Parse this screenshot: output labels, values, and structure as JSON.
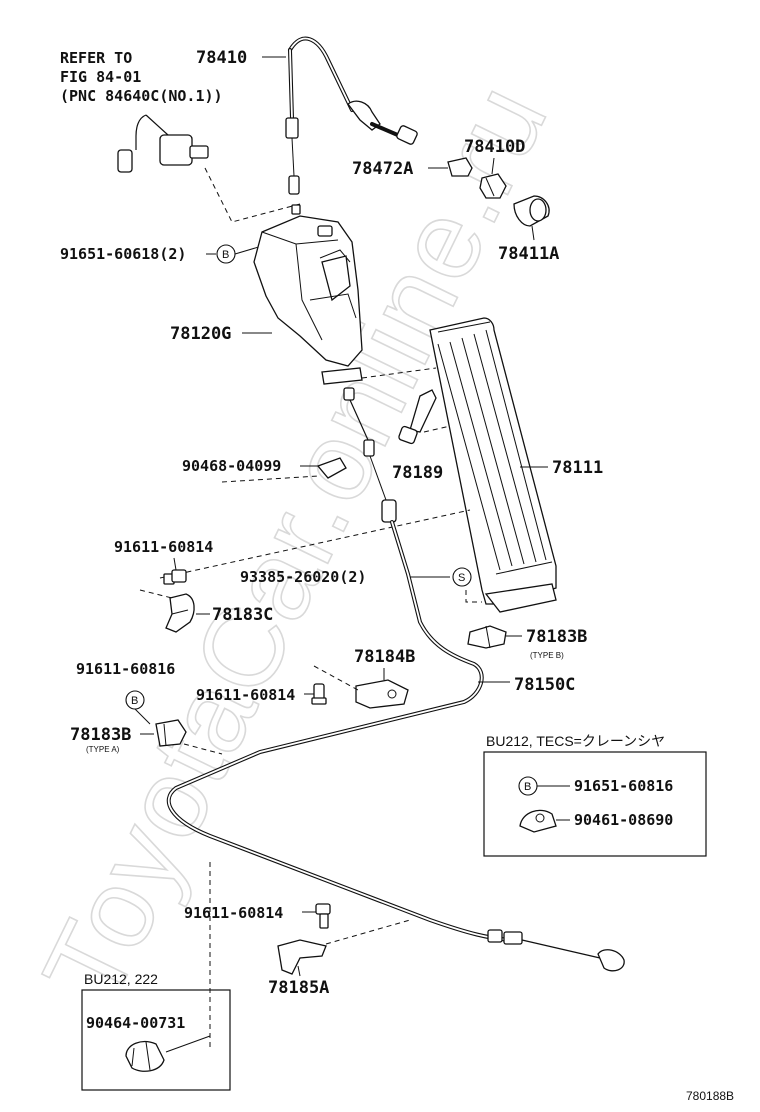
{
  "watermark": "ToyotaCar.online.ru",
  "refer": {
    "line1": "REFER TO",
    "line2": "FIG 84-01",
    "line3": "(PNC 84640C(NO.1))"
  },
  "symbols": {
    "b": "B",
    "s": "S"
  },
  "labels": {
    "p78410": "78410",
    "p78410D": "78410D",
    "p78472A": "78472A",
    "p78411A": "78411A",
    "p91651_60618": "91651-60618(2)",
    "p78120G": "78120G",
    "p90468_04099": "90468-04099",
    "p78189": "78189",
    "p78111": "78111",
    "p91611_60814_a": "91611-60814",
    "p93385_26020": "93385-26020(2)",
    "p78183C": "78183C",
    "p78184B": "78184B",
    "p78183B_b": "78183B",
    "p78183B_b_type": "(TYPE B)",
    "p91611_60816": "91611-60816",
    "p91611_60814_b": "91611-60814",
    "p78150C": "78150C",
    "p78183B_a": "78183B",
    "p78183B_a_type": "(TYPE A)",
    "p91611_60814_c": "91611-60814",
    "p78185A": "78185A"
  },
  "box_tecs": {
    "title": "BU212, TECS=クレーンシヤ",
    "p1": "91651-60816",
    "p2": "90461-08690"
  },
  "box_bu212": {
    "title": "BU212, 222",
    "p1": "90464-00731"
  },
  "figure_code": "780188B"
}
